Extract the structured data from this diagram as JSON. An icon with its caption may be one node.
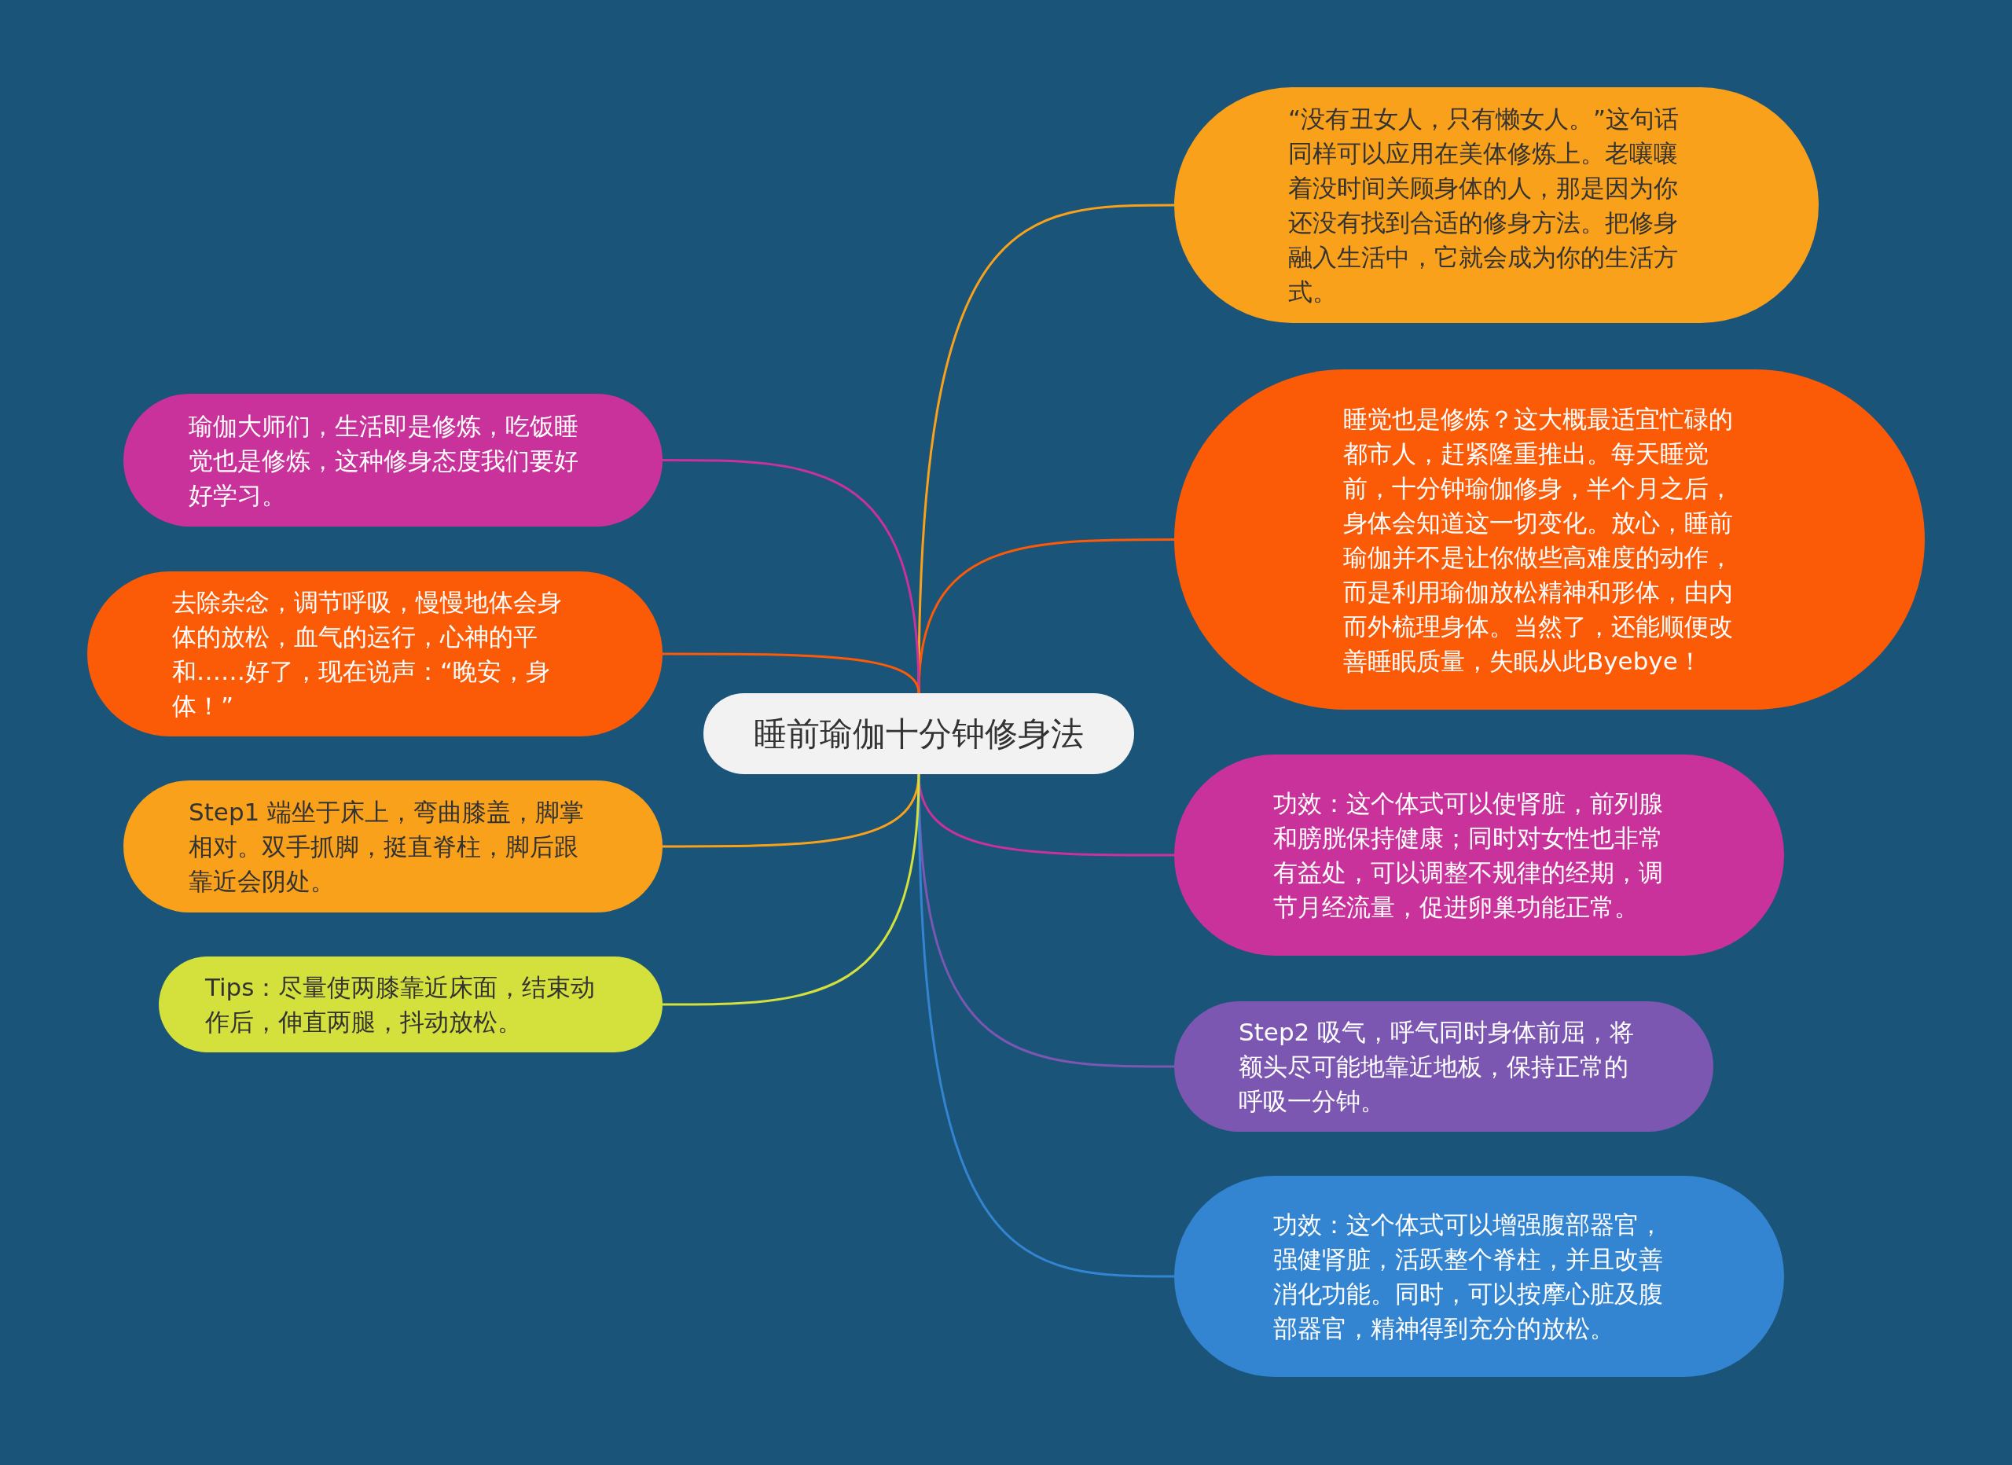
{
  "diagram": {
    "nodes": [
      {
        "text": [
          "睡前瑜伽十分钟修身法"
        ]
      },
      {
        "text": [
          "“没有丑女人，只有懒女人。”这句话同样可以应用在美体修炼上。老嚷嚷着没时间关顾身体的人，那是因为你还没有找到合适的修身方法。把修身融入生活中，它就会成为你的生活方式。"
        ]
      },
      {
        "text": [
          "睡觉也是修炼？这大概最适宜忙碌的都市人，赶紧隆重推出。每天睡觉前，十分钟瑜伽修身，半个月之后，身体会知道这一切变化。放心，睡前瑜伽并不是让你做些高难度的动作，而是利用瑜伽放松精神和形体，由内而外梳理身体。当然了，还能顺便改善睡眠质量，失眠从此Byebye！"
        ]
      },
      {
        "text": [
          "功效：这个体式可以使肾脏，前列腺和膀胱保持健康；同时对女性也非常有益处，可以调整不规律的经期，调节月经流量，促进卵巢功能正常。"
        ]
      },
      {
        "text": [
          "Step2 吸气，呼气同时身体前屈，将额头尽可能地靠近地板，保持正常的呼吸一分钟。"
        ]
      },
      {
        "text": [
          "功效：这个体式可以增强腹部器官，强健肾脏，活跃整个脊柱，并且改善消化功能。同时，可以按摩心脏及腹部器官，精神得到充分的放松。"
        ]
      },
      {
        "text": [
          "瑜伽大师们，生活即是修炼，吃饭睡觉也是修炼，这种修身态度我们要好好学习。"
        ]
      },
      {
        "text": [
          "去除杂念，调节呼吸，慢慢地体会身体的放松，血气的运行，心神的平和……好了，现在说声：“晚安，身体！”"
        ]
      },
      {
        "text": [
          "Step1 端坐于床上，弯曲膝盖，脚掌相对。双手抓脚，挺直脊柱，脚后跟靠近会阴处。"
        ]
      },
      {
        "text": [
          "Tips：尽量使两膝靠近床面，结束动作后，伸直两腿，抖动放松。"
        ]
      }
    ],
    "edges": [
      {
        "from": 0,
        "to": 1,
        "arrow": "none",
        "color": "#f9a11b"
      },
      {
        "from": 0,
        "to": 2,
        "arrow": "none",
        "color": "#fb5a07"
      },
      {
        "from": 0,
        "to": 3,
        "arrow": "none",
        "color": "#c9329a"
      },
      {
        "from": 0,
        "to": 4,
        "arrow": "none",
        "color": "#7b57b2"
      },
      {
        "from": 0,
        "to": 5,
        "arrow": "none",
        "color": "#3385d1"
      },
      {
        "from": 0,
        "to": 6,
        "arrow": "none",
        "color": "#c9329a"
      },
      {
        "from": 0,
        "to": 7,
        "arrow": "none",
        "color": "#fb5a07"
      },
      {
        "from": 0,
        "to": 8,
        "arrow": "none",
        "color": "#f9a11b"
      },
      {
        "from": 0,
        "to": 9,
        "arrow": "none",
        "color": "#d4e03b"
      }
    ]
  }
}
